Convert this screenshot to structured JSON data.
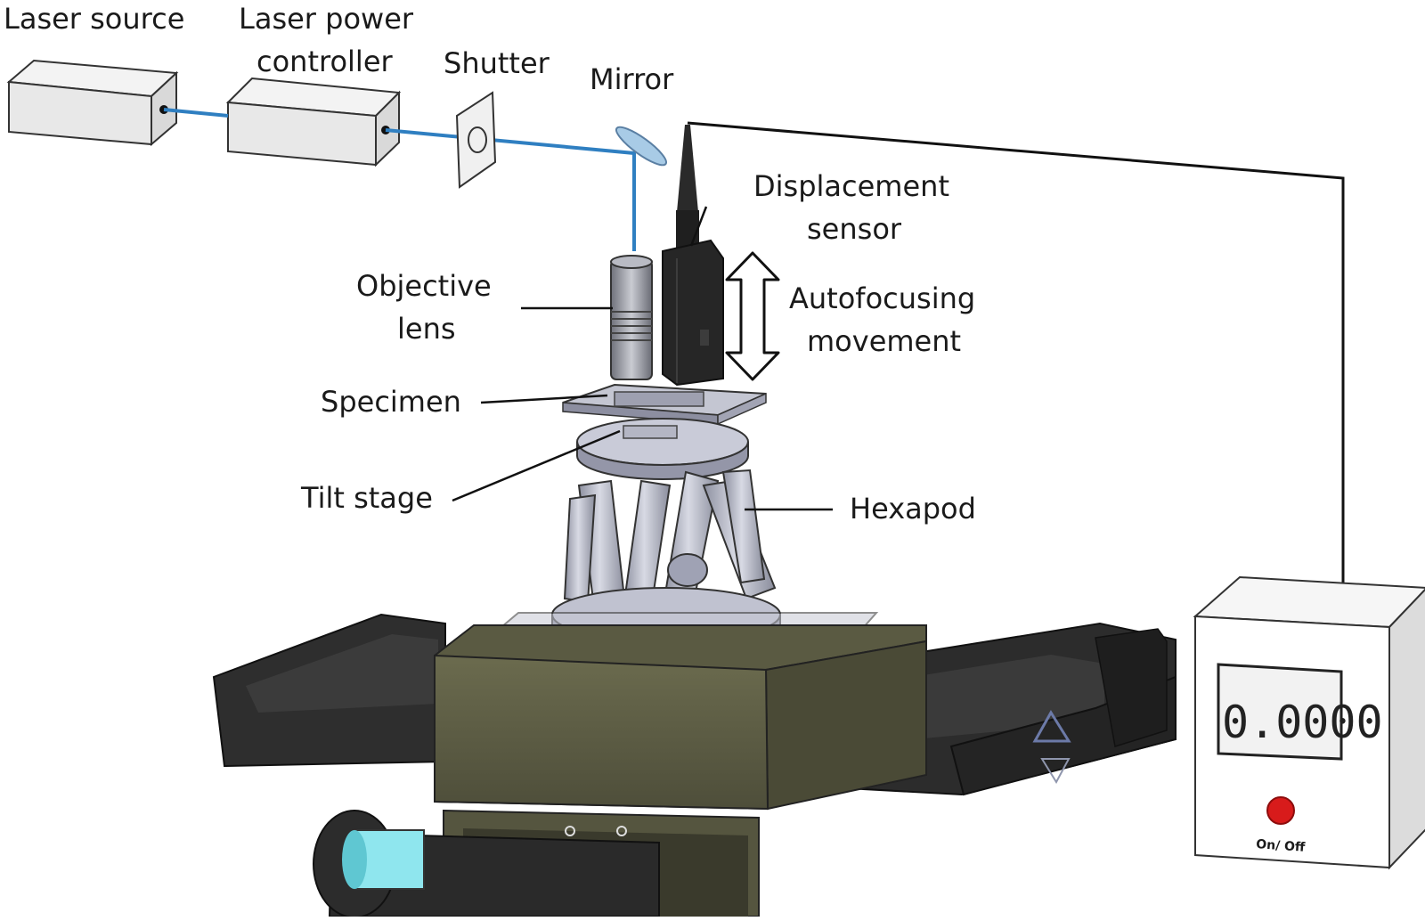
{
  "labels": {
    "laser_source": "Laser source",
    "laser_power_controller_1": "Laser power",
    "laser_power_controller_2": "controller",
    "shutter": "Shutter",
    "mirror": "Mirror",
    "displacement_sensor_1": "Displacement",
    "displacement_sensor_2": "sensor",
    "objective_lens_1": "Objective",
    "objective_lens_2": "lens",
    "autofocusing_1": "Autofocusing",
    "autofocusing_2": "movement",
    "specimen": "Specimen",
    "tilt_stage": "Tilt stage",
    "hexapod": "Hexapod"
  },
  "readout": {
    "display_value": "0.0000",
    "button_label": "On/ Off"
  },
  "colors": {
    "laser_beam": "#2f7fc1",
    "stage_olive": "#5d5d44",
    "rail_dark": "#2b2b2b",
    "hexapod_metal": "#b9bccb",
    "power_button": "#d81b1b",
    "cylinder_cyan": "#8fe6ee"
  }
}
